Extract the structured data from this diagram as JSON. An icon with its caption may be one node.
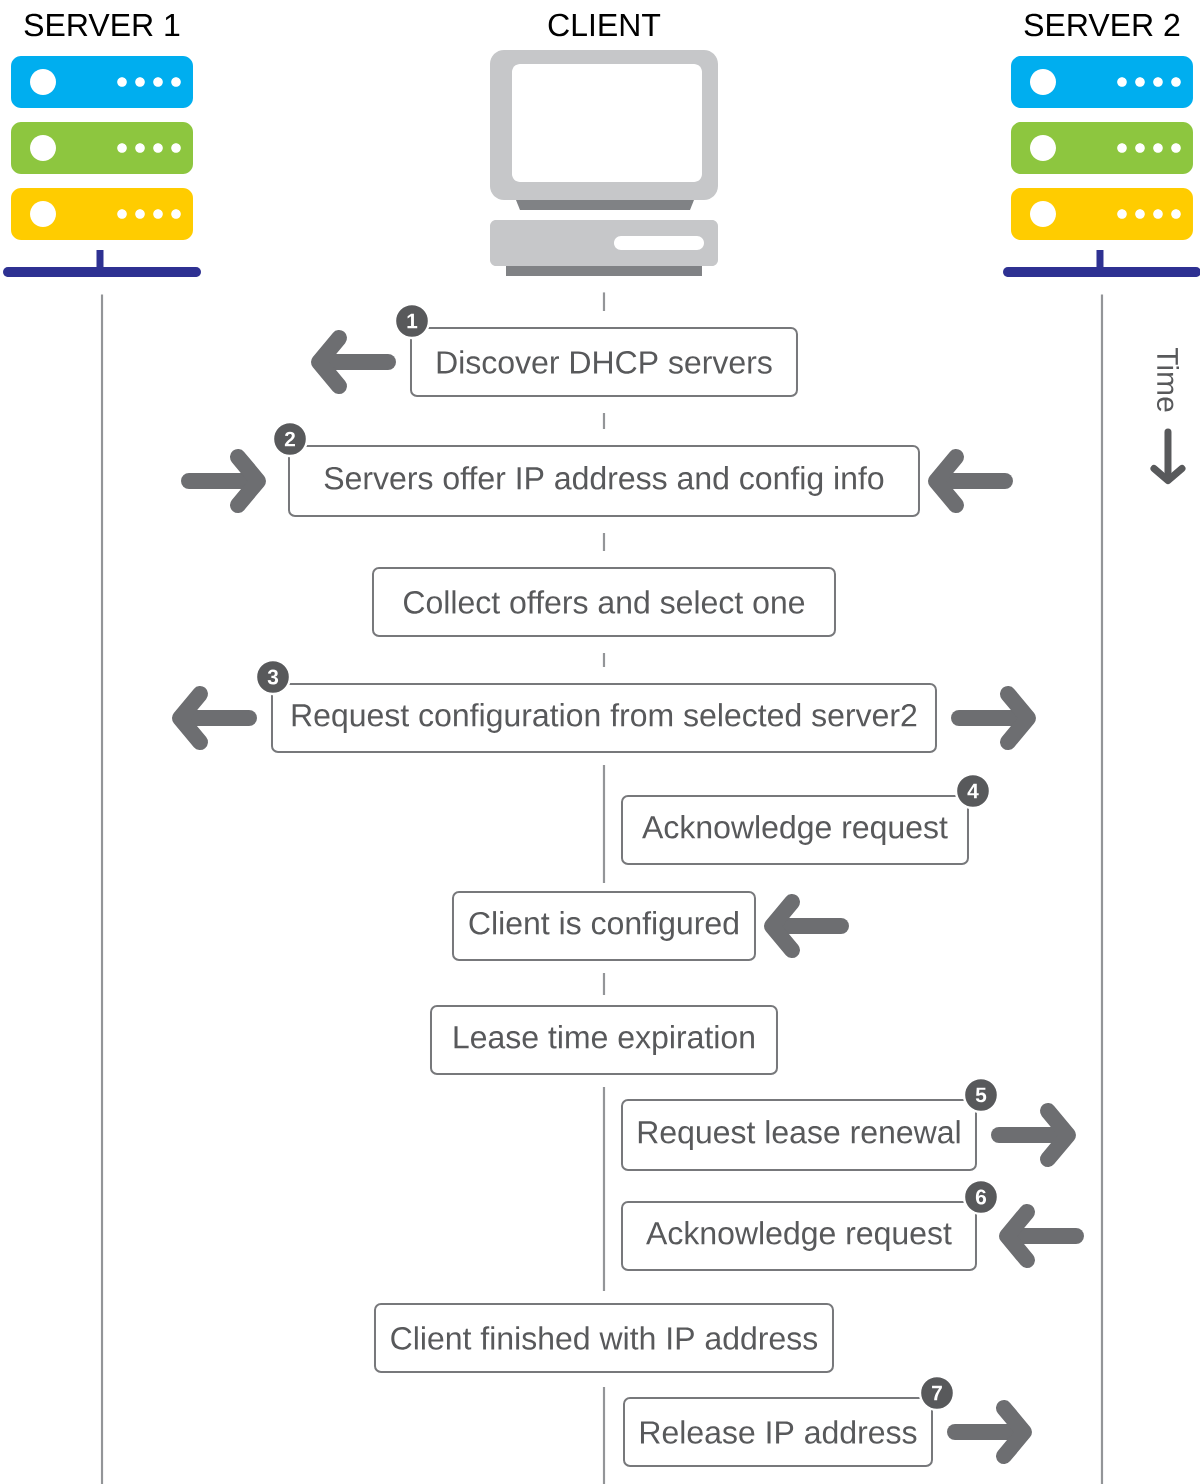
{
  "diagram": {
    "nodes": [
      {
        "text": [
          "SERVER 1"
        ]
      },
      {
        "text": [
          "CLIENT"
        ]
      },
      {
        "text": [
          "SERVER 2"
        ]
      },
      {
        "text": [
          "Discover DHCP servers"
        ],
        "beside": [
          "1"
        ]
      },
      {
        "text": [
          "Servers offer IP address and config info"
        ],
        "beside": [
          "2"
        ]
      },
      {
        "text": [
          "Collect offers and select one"
        ]
      },
      {
        "text": [
          "Request configuration from selected server2"
        ],
        "beside": [
          "3"
        ]
      },
      {
        "text": [
          "Acknowledge request"
        ],
        "beside": [
          "4"
        ]
      },
      {
        "text": [
          "Client is configured"
        ]
      },
      {
        "text": [
          "Lease time expiration"
        ]
      },
      {
        "text": [
          "Request lease renewal"
        ],
        "beside": [
          "5"
        ]
      },
      {
        "text": [
          "Acknowledge request"
        ],
        "beside": [
          "6"
        ]
      },
      {
        "text": [
          "Client finished with IP address"
        ]
      },
      {
        "text": [
          "Release IP address"
        ],
        "beside": [
          "7"
        ]
      }
    ],
    "edges": [
      {
        "from": 0,
        "to": null,
        "arrow": "none"
      },
      {
        "from": 2,
        "to": null,
        "arrow": "none"
      },
      {
        "from": 1,
        "to": 3,
        "arrow": "none"
      },
      {
        "from": 3,
        "to": 4,
        "arrow": "none"
      },
      {
        "from": 4,
        "to": 5,
        "arrow": "none"
      },
      {
        "from": 5,
        "to": 6,
        "arrow": "none"
      },
      {
        "from": 6,
        "to": 8,
        "arrow": "none"
      },
      {
        "from": 8,
        "to": 9,
        "arrow": "none"
      },
      {
        "from": 9,
        "to": 12,
        "arrow": "none"
      },
      {
        "from": 12,
        "to": null,
        "arrow": "none"
      },
      {
        "from": 3,
        "to": null,
        "arrow": "to",
        "style": "thick",
        "color": "#6d6e71"
      },
      {
        "from": null,
        "to": 4,
        "arrow": "to",
        "style": "thick",
        "color": "#6d6e71"
      },
      {
        "from": null,
        "to": 4,
        "arrow": "to",
        "style": "thick",
        "color": "#6d6e71"
      },
      {
        "from": 6,
        "to": null,
        "arrow": "to",
        "style": "thick",
        "color": "#6d6e71"
      },
      {
        "from": 6,
        "to": null,
        "arrow": "to",
        "style": "thick",
        "color": "#6d6e71"
      },
      {
        "from": null,
        "to": 8,
        "arrow": "to",
        "style": "thick",
        "color": "#6d6e71"
      },
      {
        "from": 10,
        "to": null,
        "arrow": "to",
        "style": "thick",
        "color": "#6d6e71"
      },
      {
        "from": null,
        "to": 11,
        "arrow": "to",
        "style": "thick",
        "color": "#6d6e71"
      },
      {
        "from": 13,
        "to": null,
        "arrow": "to",
        "style": "thick",
        "color": "#6d6e71"
      }
    ],
    "labels": [
      "Time"
    ]
  }
}
